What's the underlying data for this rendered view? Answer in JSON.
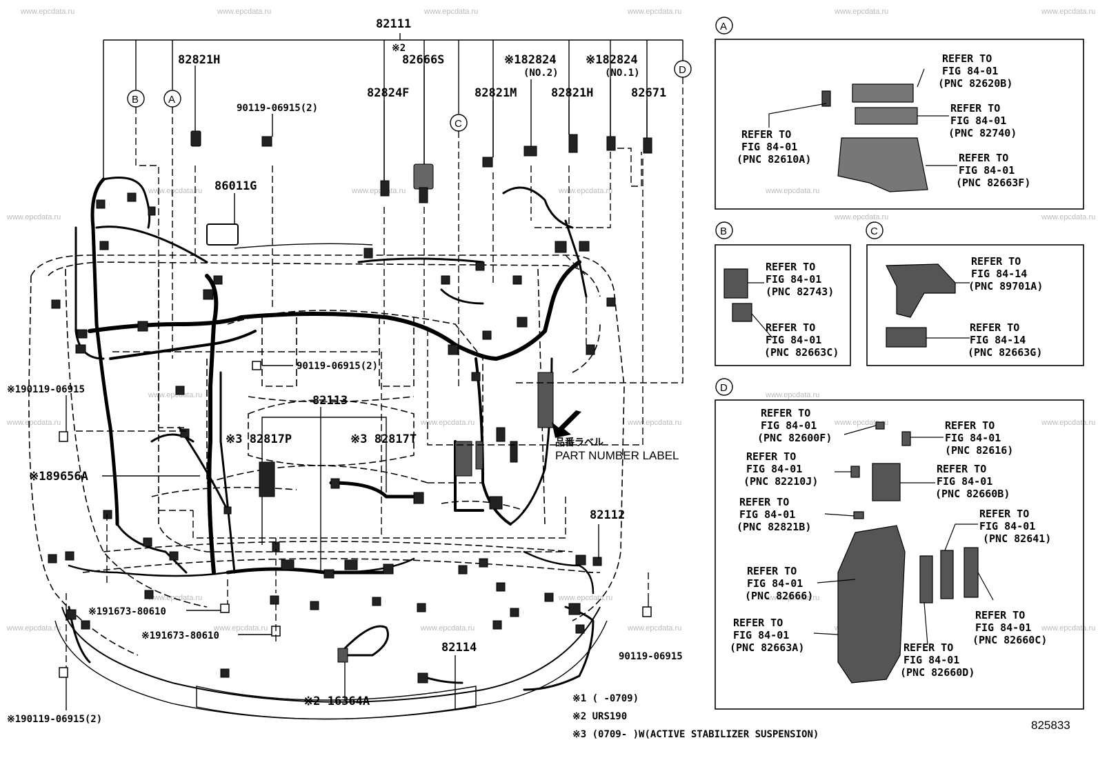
{
  "watermark": "www.epcdata.ru",
  "diagram_id": "825833",
  "parts": {
    "p82111": "82111",
    "p82821H_a": "82821H",
    "p82666S": "82666S",
    "p182824_no2": "※182824",
    "p182824_no2_sub": "(NO.2)",
    "p182824_no1": "※182824",
    "p182824_no1_sub": "(NO.1)",
    "p82824F": "82824F",
    "p82821M": "82821M",
    "p82821H_b": "82821H",
    "p82671": "82671",
    "p90119_2_top": "90119-06915(2)",
    "p86011G": "86011G",
    "p90119_2_mid": "90119-06915(2)",
    "p190119_left": "※190119-06915",
    "p82113": "82113",
    "p82817P": "※3 82817P",
    "p82817T": "※3 82817T",
    "part_number_label_jp": "品番ラベル",
    "part_number_label": "PART NUMBER LABEL",
    "p189656A": "※189656A",
    "p82112": "82112",
    "p191673_a": "※191673-80610",
    "p191673_b": "※191673-80610",
    "p90119_right": "90119-06915",
    "p82114": "82114",
    "p16364A": "※2 16364A",
    "p190119_bottom": "※190119-06915(2)",
    "note2_top": "※2"
  },
  "callouts": [
    "A",
    "B",
    "C",
    "D"
  ],
  "notes": [
    "※1 (     -0709)",
    "※2  URS190",
    "※3  (0709-     )W(ACTIVE STABILIZER SUSPENSION)"
  ],
  "panel_a": {
    "tag": "A",
    "refs": [
      {
        "line1": "REFER TO",
        "line2": "FIG 84-01",
        "line3": "(PNC 82620B)"
      },
      {
        "line1": "REFER TO",
        "line2": "FIG 84-01",
        "line3": "(PNC 82740)"
      },
      {
        "line1": "REFER TO",
        "line2": "FIG 84-01",
        "line3": "(PNC 82610A)"
      },
      {
        "line1": "REFER TO",
        "line2": "FIG 84-01",
        "line3": "(PNC 82663F)"
      }
    ]
  },
  "panel_b": {
    "tag": "B",
    "refs": [
      {
        "line1": "REFER TO",
        "line2": "FIG 84-01",
        "line3": "(PNC 82743)"
      },
      {
        "line1": "REFER TO",
        "line2": "FIG 84-01",
        "line3": "(PNC 82663C)"
      }
    ]
  },
  "panel_c": {
    "tag": "C",
    "refs": [
      {
        "line1": "REFER TO",
        "line2": "FIG 84-14",
        "line3": "(PNC 89701A)"
      },
      {
        "line1": "REFER TO",
        "line2": "FIG 84-14",
        "line3": "(PNC 82663G)"
      }
    ]
  },
  "panel_d": {
    "tag": "D",
    "refs": [
      {
        "line1": "REFER TO",
        "line2": "FIG 84-01",
        "line3": "(PNC 82600F)"
      },
      {
        "line1": "REFER TO",
        "line2": "FIG 84-01",
        "line3": "(PNC 82616)"
      },
      {
        "line1": "REFER TO",
        "line2": "FIG 84-01",
        "line3": "(PNC 82210J)"
      },
      {
        "line1": "REFER TO",
        "line2": "FIG 84-01",
        "line3": "(PNC 82660B)"
      },
      {
        "line1": "REFER TO",
        "line2": "FIG 84-01",
        "line3": "(PNC 82821B)"
      },
      {
        "line1": "REFER TO",
        "line2": "FIG 84-01",
        "line3": "(PNC 82641)"
      },
      {
        "line1": "REFER TO",
        "line2": "FIG 84-01",
        "line3": "(PNC 82666)"
      },
      {
        "line1": "REFER TO",
        "line2": "FIG 84-01",
        "line3": "(PNC 82660C)"
      },
      {
        "line1": "REFER TO",
        "line2": "FIG 84-01",
        "line3": "(PNC 82663A)"
      },
      {
        "line1": "REFER TO",
        "line2": "FIG 84-01",
        "line3": "(PNC 82660D)"
      }
    ]
  }
}
